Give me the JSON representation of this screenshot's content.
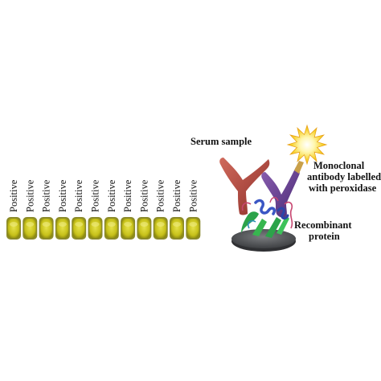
{
  "wells": {
    "count": 12,
    "label": "Positive",
    "fill_color": "#c9c41c"
  },
  "labels": {
    "serum": "Serum sample",
    "monoclonal_line1": "Monoclonal",
    "monoclonal_line2": "antibody labelled",
    "monoclonal_line3": "with peroxidase",
    "recombinant_line1": "Recombinant",
    "recombinant_line2": "protein"
  },
  "colors": {
    "serum_antibody": "#b2473e",
    "labelled_antibody": "#6a3f8f",
    "peroxidase_glow": "#f7d52a",
    "plate": "#55575a",
    "protein_sheet": "#2ca34a",
    "protein_helix": "#3a56c4"
  },
  "icons": {
    "serum": "y-shaped-antibody-icon",
    "labelled": "y-shaped-antibody-with-star-icon",
    "protein": "protein-ribbon-icon"
  }
}
